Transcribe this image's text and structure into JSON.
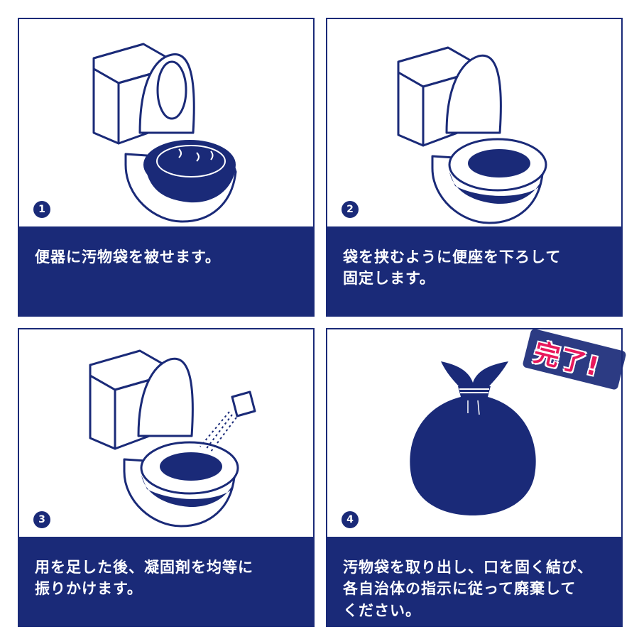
{
  "colors": {
    "navy": "#1a2a78",
    "accent": "#e8185c",
    "white": "#ffffff"
  },
  "steps": [
    {
      "number": "1",
      "lines": [
        "便器に汚物袋を被せます。"
      ],
      "icon": "toilet-bag-cover-icon"
    },
    {
      "number": "2",
      "lines": [
        "袋を挟むように便座を下ろして",
        "固定します。"
      ],
      "icon": "toilet-seat-down-icon"
    },
    {
      "number": "3",
      "lines": [
        "用を足した後、凝固剤を均等に",
        "振りかけます。"
      ],
      "icon": "toilet-coagulant-icon"
    },
    {
      "number": "4",
      "lines": [
        "汚物袋を取り出し、口を固く結び、",
        "各自治体の指示に従って廃棄して",
        "ください。"
      ],
      "icon": "tied-bag-icon"
    }
  ],
  "badge": {
    "text": "完了!"
  }
}
